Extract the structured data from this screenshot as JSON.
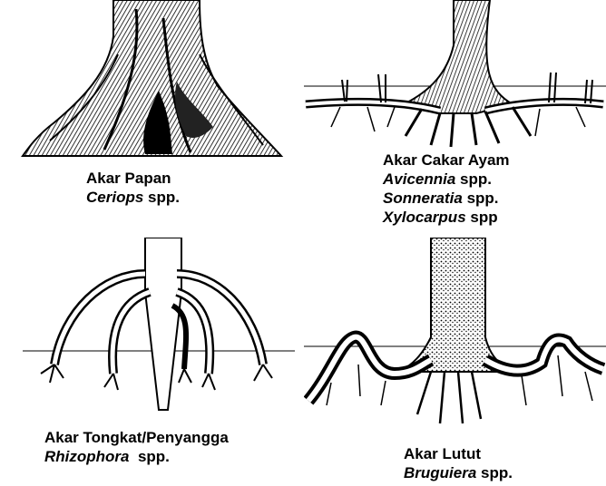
{
  "panels": [
    {
      "id": "akar-papan",
      "caption": "Akar Papan",
      "species": [
        {
          "genus": "Ceriops",
          "suffix": " spp."
        }
      ]
    },
    {
      "id": "akar-cakar-ayam",
      "caption": "Akar Cakar Ayam",
      "species": [
        {
          "genus": "Avicennia",
          "suffix": " spp."
        },
        {
          "genus": "Sonneratia",
          "suffix": " spp."
        },
        {
          "genus": "Xylocarpus",
          "suffix": " spp"
        }
      ]
    },
    {
      "id": "akar-tongkat",
      "caption": "Akar Tongkat/Penyangga",
      "species": [
        {
          "genus": "Rhizophora",
          "suffix": "  spp."
        }
      ]
    },
    {
      "id": "akar-lutut",
      "caption": "Akar Lutut",
      "species": [
        {
          "genus": "Bruguiera",
          "suffix": " spp."
        }
      ]
    }
  ]
}
